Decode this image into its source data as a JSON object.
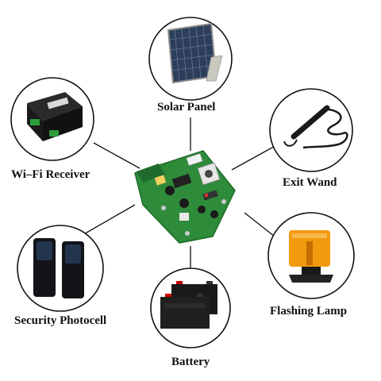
{
  "center": {
    "name": "control-board"
  },
  "accessories": [
    {
      "key": "solar",
      "label": "Solar Panel",
      "icon": "solar-panel-icon"
    },
    {
      "key": "wifi",
      "label": "Wi–Fi Receiver",
      "icon": "wifi-receiver-icon"
    },
    {
      "key": "exit",
      "label": "Exit Wand",
      "icon": "exit-wand-icon"
    },
    {
      "key": "photocell",
      "label": "Security Photocell",
      "icon": "photocell-icon"
    },
    {
      "key": "lamp",
      "label": "Flashing Lamp",
      "icon": "flashing-lamp-icon"
    },
    {
      "key": "battery",
      "label": "Battery",
      "icon": "battery-icon"
    }
  ],
  "colors": {
    "board_green": "#2e8b3a",
    "board_dark": "#1f6b2b",
    "lamp_orange": "#f29a0e",
    "battery_black": "#1a1a1a",
    "circle_stroke": "#111111"
  }
}
